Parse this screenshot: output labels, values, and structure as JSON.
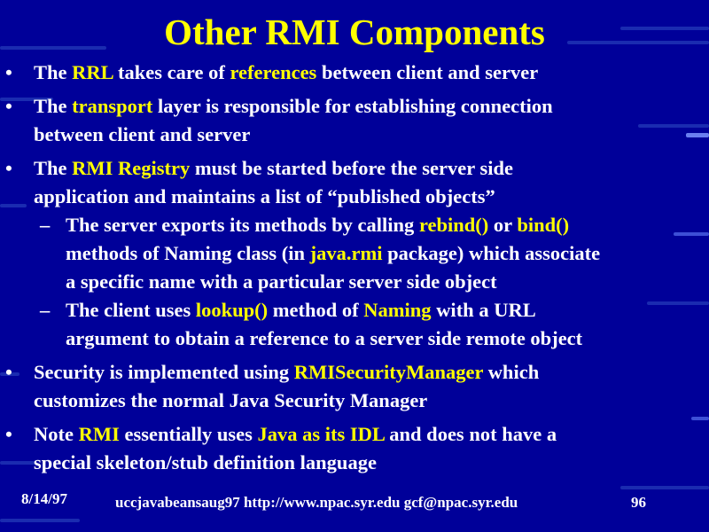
{
  "slide": {
    "title": "Other RMI Components",
    "bullet_char": "•",
    "sub_bullet_char": "–",
    "items": [
      {
        "lines": [
          [
            {
              "t": "The "
            },
            {
              "t": "RRL",
              "hl": true
            },
            {
              "t": " takes care of "
            },
            {
              "t": "references",
              "hl": true
            },
            {
              "t": " between client and server"
            }
          ]
        ]
      },
      {
        "lines": [
          [
            {
              "t": "The "
            },
            {
              "t": "transport",
              "hl": true
            },
            {
              "t": " layer is responsible for establishing connection"
            }
          ],
          [
            {
              "t": "between client and server"
            }
          ]
        ]
      },
      {
        "lines": [
          [
            {
              "t": "The "
            },
            {
              "t": "RMI Registry",
              "hl": true
            },
            {
              "t": " must be started before the server side"
            }
          ],
          [
            {
              "t": "application and maintains a list of “published objects”"
            }
          ]
        ],
        "sub": [
          {
            "lines": [
              [
                {
                  "t": "The server exports its methods by calling "
                },
                {
                  "t": "rebind()",
                  "hl": true
                },
                {
                  "t": " or "
                },
                {
                  "t": "bind()",
                  "hl": true
                }
              ],
              [
                {
                  "t": "methods of Naming class (in "
                },
                {
                  "t": "java.rmi",
                  "hl": true
                },
                {
                  "t": " package) which associate"
                }
              ],
              [
                {
                  "t": "a specific name with a particular server side object"
                }
              ]
            ]
          },
          {
            "lines": [
              [
                {
                  "t": "The client uses "
                },
                {
                  "t": "lookup()",
                  "hl": true
                },
                {
                  "t": " method of "
                },
                {
                  "t": "Naming",
                  "hl": true
                },
                {
                  "t": " with a URL"
                }
              ],
              [
                {
                  "t": "argument to obtain a reference to a server side remote object"
                }
              ]
            ]
          }
        ]
      },
      {
        "lines": [
          [
            {
              "t": "Security is implemented using "
            },
            {
              "t": "RMISecurityManager",
              "hl": true
            },
            {
              "t": " which"
            }
          ],
          [
            {
              "t": "customizes the normal Java Security Manager"
            }
          ]
        ]
      },
      {
        "lines": [
          [
            {
              "t": "Note "
            },
            {
              "t": "RMI",
              "hl": true
            },
            {
              "t": " essentially uses "
            },
            {
              "t": "Java as its IDL",
              "hl": true
            },
            {
              "t": " and does not have a"
            }
          ],
          [
            {
              "t": "special skeleton/stub definition language"
            }
          ]
        ]
      }
    ]
  },
  "footer": {
    "date": "8/14/97",
    "center": "uccjavabeansaug97 http://www.npac.syr.edu gcf@npac.syr.edu",
    "page": "96"
  },
  "colors": {
    "background": "#000099",
    "title": "#ffff00",
    "text": "#ffffff",
    "highlight": "#ffff00"
  }
}
